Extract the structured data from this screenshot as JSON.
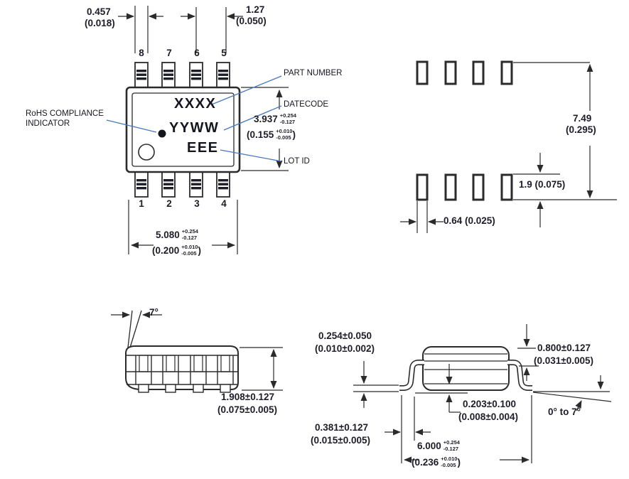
{
  "colors": {
    "line": "#2b2b2b",
    "text": "#1d1d28",
    "leader": "#4878BE"
  },
  "top_view": {
    "labels": {
      "rohs_line1": "RoHS COMPLIANCE",
      "rohs_line2": "INDICATOR",
      "part_number": "PART NUMBER",
      "datecode": "DATECODE",
      "lot_id": "LOT ID"
    },
    "markings": {
      "line1": "XXXX",
      "line2": "YYWW",
      "line3": "EEE"
    },
    "pins_top": [
      "8",
      "7",
      "6",
      "5"
    ],
    "pins_bottom": [
      "1",
      "2",
      "3",
      "4"
    ],
    "dim_pin_width": {
      "mm": "0.457",
      "inch": "(0.018)"
    },
    "dim_pitch": {
      "mm": "1.27",
      "inch": "(0.050)"
    },
    "dim_body_width": {
      "mm": "3.937",
      "mm_plus": "+0.254",
      "mm_minus": "-0.127",
      "inch_open": "(0.155",
      "inch_plus": "+0.010",
      "inch_minus": "-0.005",
      "close": ")"
    },
    "dim_body_length": {
      "mm": "5.080",
      "mm_plus": "+0.254",
      "mm_minus": "-0.127",
      "inch_open": "(0.200",
      "inch_plus": "+0.010",
      "inch_minus": "-0.005",
      "close": ")"
    }
  },
  "land_pattern": {
    "dim_row_span": {
      "mm": "7.49",
      "inch": "(0.295)"
    },
    "dim_pad_length": "1.9 (0.075)",
    "dim_pad_width": "0.64 (0.025)"
  },
  "side_view": {
    "dim_lead_angle": "7°",
    "dim_height": {
      "mm": "1.908±0.127",
      "inch": "(0.075±0.005)"
    }
  },
  "end_view": {
    "dim_standoff": {
      "mm": "0.254±0.050",
      "inch": "(0.010±0.002)"
    },
    "dim_shoulder": {
      "mm": "0.800±0.127",
      "inch": "(0.031±0.005)"
    },
    "dim_lead_thickness": {
      "mm": "0.203±0.100",
      "inch": "(0.008±0.004)"
    },
    "dim_foot_angle": "0° to 7°",
    "dim_lead_width": {
      "mm": "0.381±0.127",
      "inch": "(0.015±0.005)"
    },
    "dim_overall_width": {
      "mm": "6.000",
      "mm_plus": "+0.254",
      "mm_minus": "-0.127",
      "inch_open": "(0.236",
      "inch_plus": "+0.010",
      "inch_minus": "-0.005",
      "close": ")"
    }
  }
}
